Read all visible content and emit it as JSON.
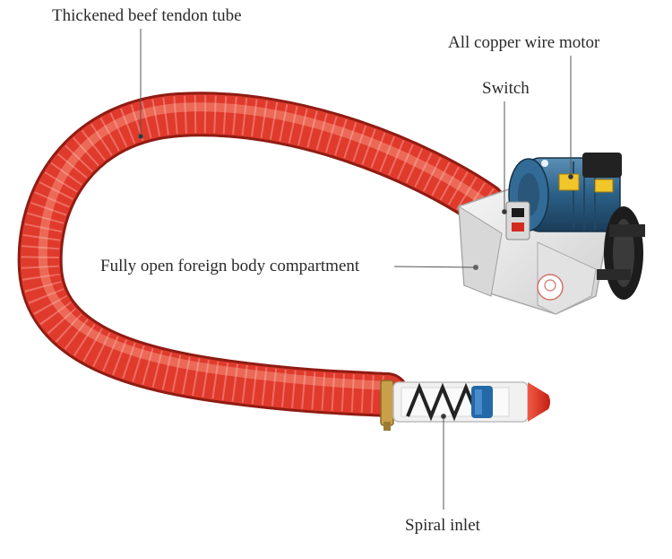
{
  "labels": {
    "tube": "Thickened beef tendon tube",
    "motor": "All copper wire motor",
    "switch": "Switch",
    "compartment": "Fully open foreign body compartment",
    "inlet": "Spiral inlet"
  },
  "colors": {
    "tube_red": "#e03a2c",
    "tube_shadow": "#a8201a",
    "tube_highlight": "#f79a86",
    "motor_blue": "#2b5f86",
    "housing_white": "#e9e9e9",
    "belt_black": "#1c1c1c",
    "clamp_brass": "#c8a04a",
    "tip_red": "#e0301f",
    "leader_line": "#555555"
  }
}
